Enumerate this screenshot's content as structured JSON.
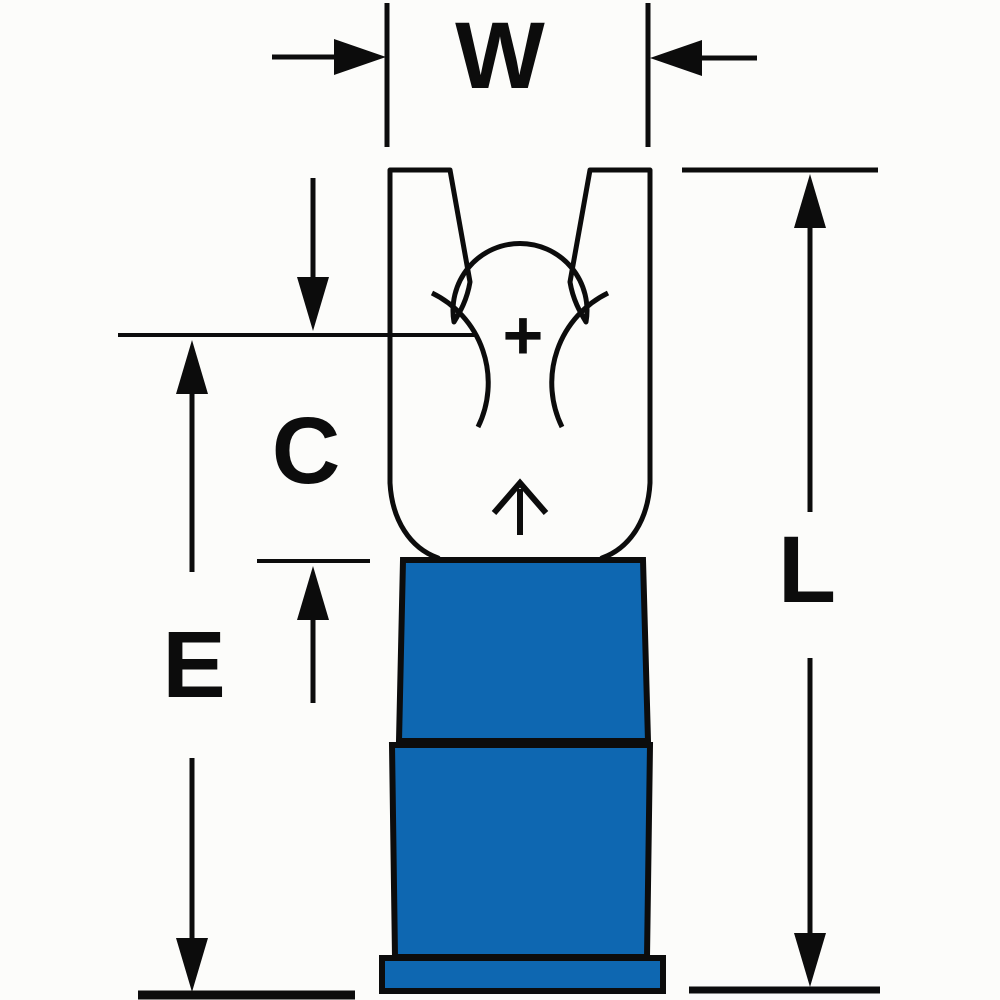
{
  "page": {
    "background": "#fcfcfa"
  },
  "diagram": {
    "description": "Dimensioned outline drawing of a flanged fork (spade) terminal with a blue insulated crimp barrel",
    "labels": {
      "W": "W",
      "C": "C",
      "E": "E",
      "L": "L"
    },
    "symbols": {
      "hole_center_mark": "+",
      "insert_direction_arrow": "up-chevron-arrow"
    },
    "colors": {
      "insulation": "#0e67b1",
      "line": "#0c0c0c"
    }
  }
}
